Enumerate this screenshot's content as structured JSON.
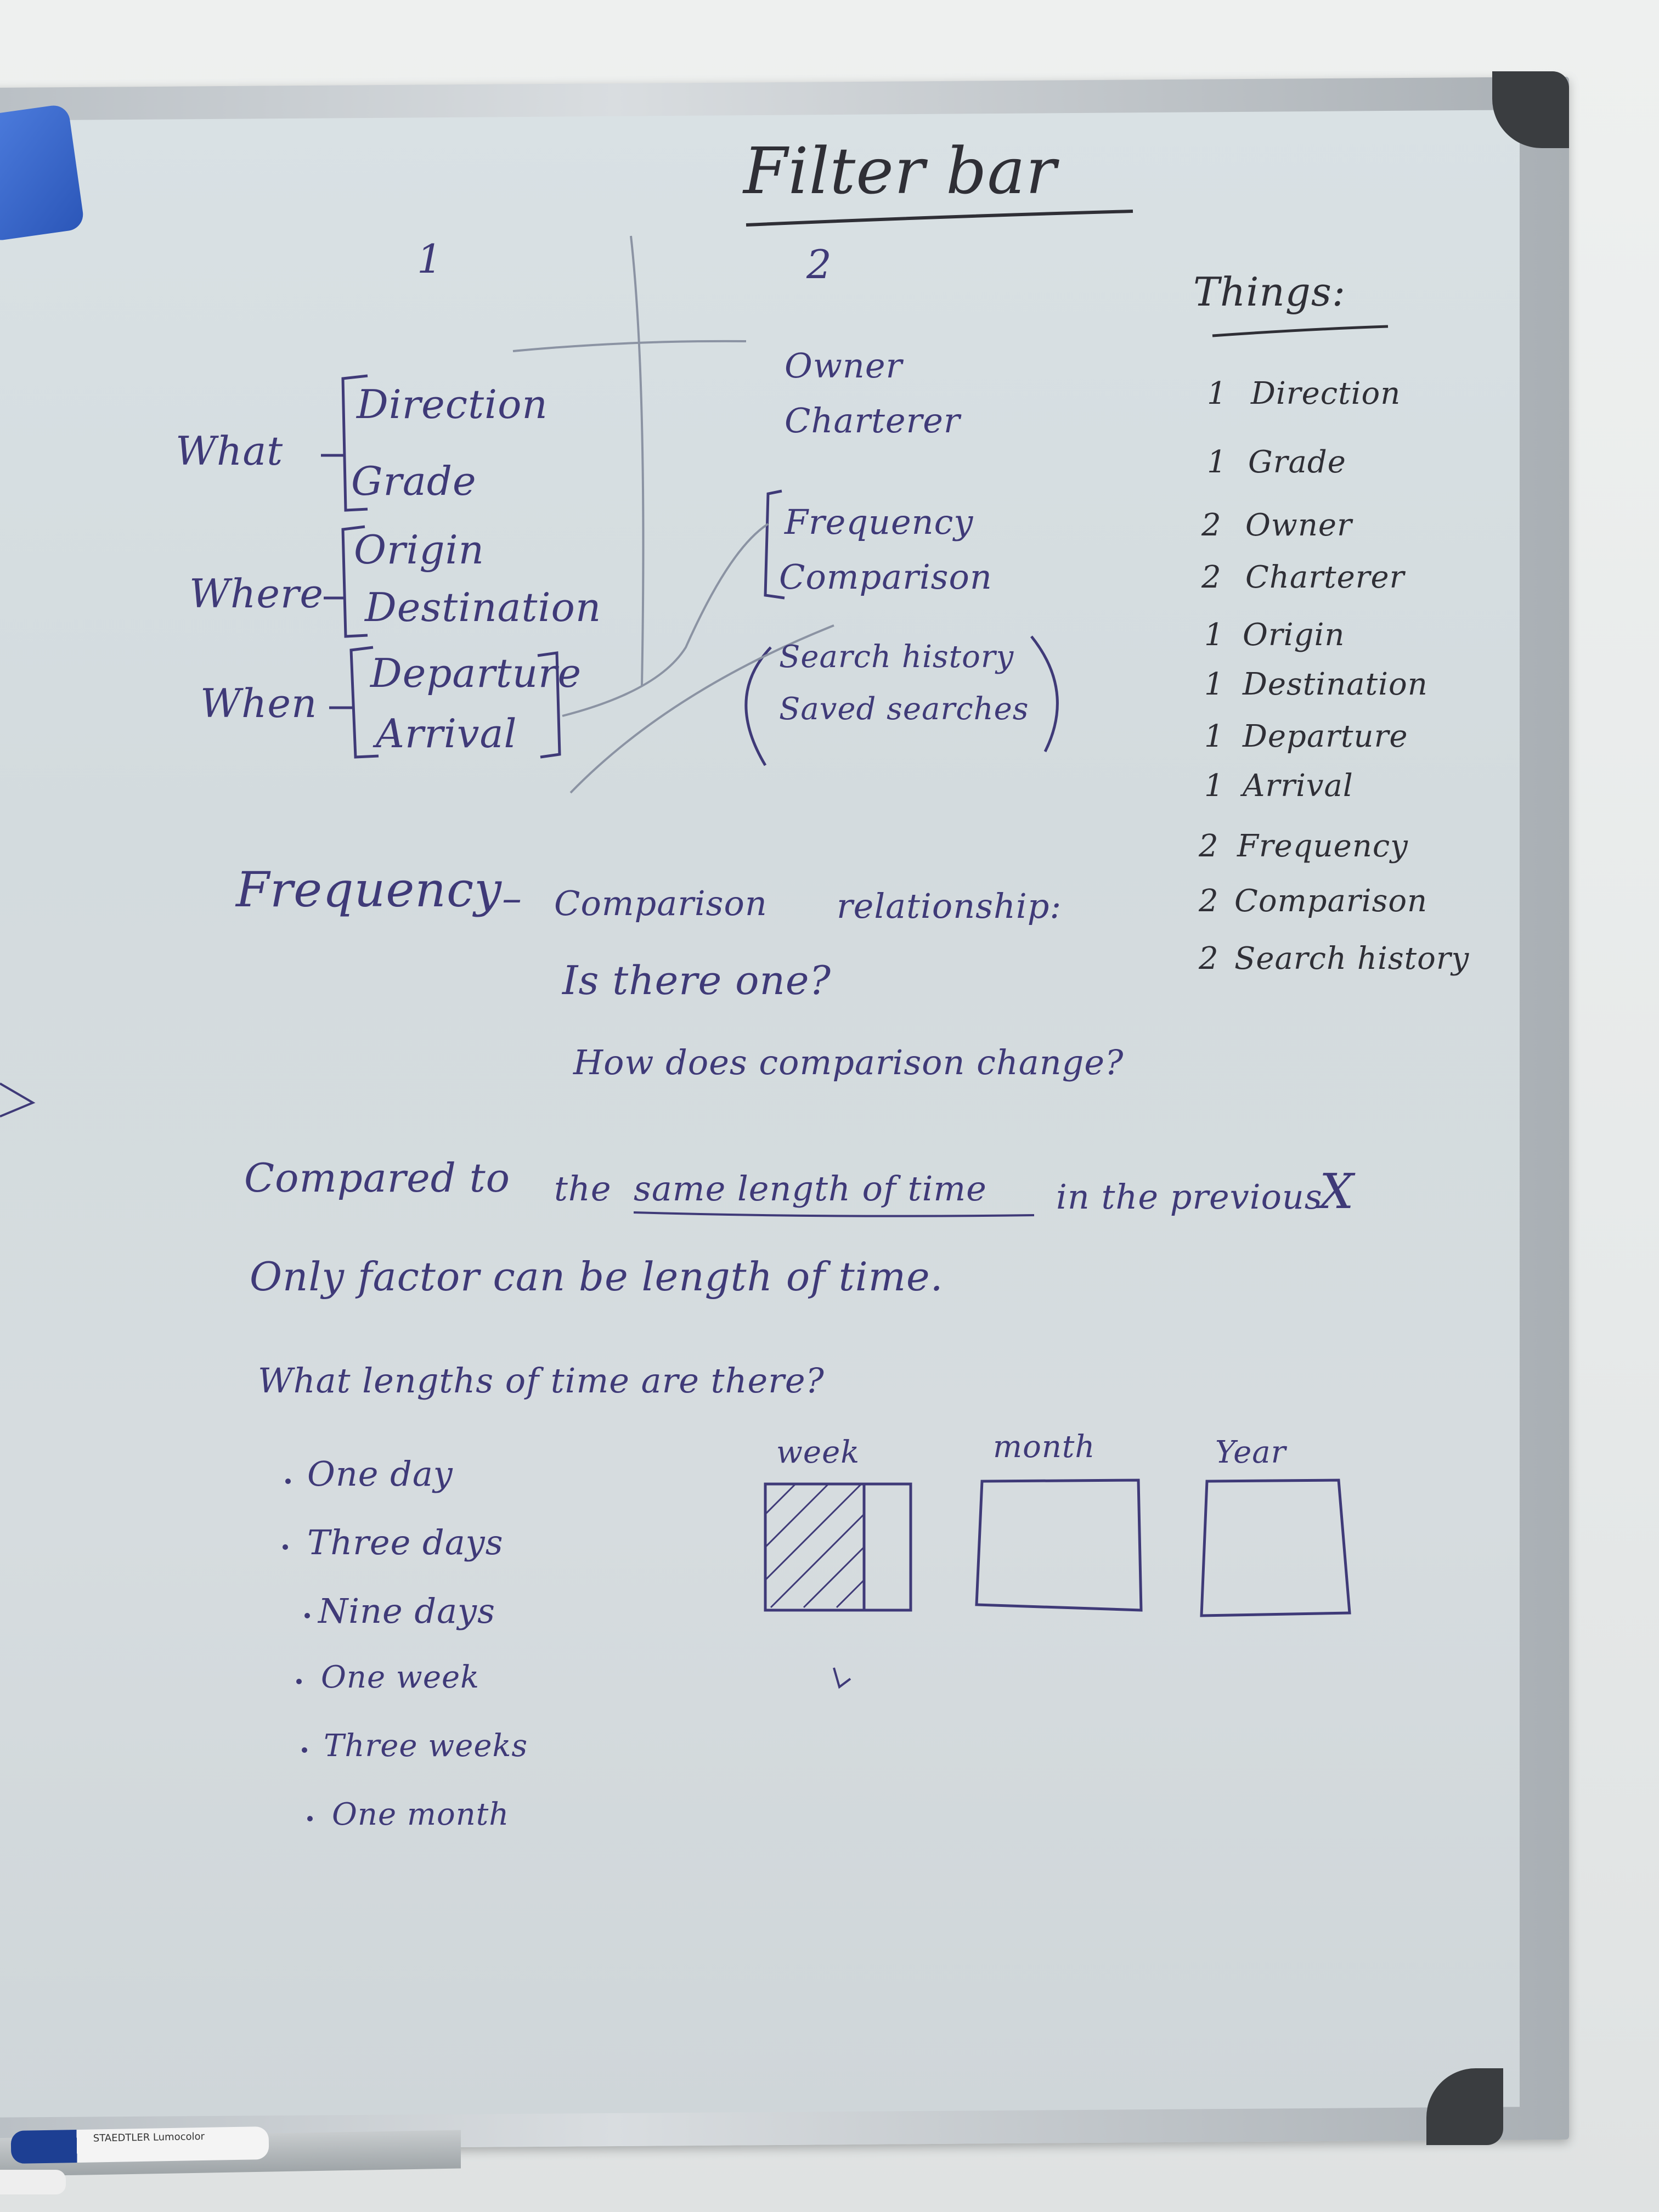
{
  "title": "Filter bar",
  "columns": {
    "col1": "1",
    "col2": "2"
  },
  "groups": {
    "what": {
      "label": "What",
      "items": [
        "Direction",
        "Grade"
      ]
    },
    "where": {
      "label": "Where",
      "items": [
        "Origin",
        "Destination"
      ]
    },
    "when": {
      "label": "When",
      "items": [
        "Departure",
        "Arrival"
      ]
    }
  },
  "col2_items": {
    "owner": "Owner",
    "charterer": "Charterer",
    "frequency": "Frequency",
    "comparison": "Comparison",
    "search_history": "Search history",
    "saved_searches": "Saved searches"
  },
  "things": {
    "heading": "Things:",
    "list": [
      {
        "num": "1",
        "label": "Direction"
      },
      {
        "num": "1",
        "label": "Grade"
      },
      {
        "num": "2",
        "label": "Owner"
      },
      {
        "num": "2",
        "label": "Charterer"
      },
      {
        "num": "1",
        "label": "Origin"
      },
      {
        "num": "1",
        "label": "Destination"
      },
      {
        "num": "1",
        "label": "Departure"
      },
      {
        "num": "1",
        "label": "Arrival"
      },
      {
        "num": "2",
        "label": "Frequency"
      },
      {
        "num": "2",
        "label": "Comparison"
      },
      {
        "num": "2",
        "label": "Search history"
      }
    ]
  },
  "notes": {
    "relationship_left": "Frequency",
    "relationship_dash": "–",
    "relationship_middle": "Comparison",
    "relationship_right": "relationship:",
    "question_1": "Is there one?",
    "question_2": "How does comparison change?",
    "compared_to": "Compared to",
    "the": "the",
    "same_length": "same length of time",
    "in_previous": "in the previous",
    "x_mark": "X",
    "only_factor": "Only factor can be length of time.",
    "what_lengths": "What lengths of time are there?"
  },
  "lengths": [
    "One day",
    "Three days",
    "Nine days",
    "One week",
    "Three weeks",
    "One month"
  ],
  "boxes": {
    "week": "week",
    "month": "month",
    "year": "Year"
  },
  "marker_brand": "STAEDTLER Lumocolor",
  "colors": {
    "ink_purple": "#3f3a78",
    "ink_black": "#2f2f36",
    "board": "#d6dcdf",
    "eraser_blue": "#2b56b8"
  }
}
